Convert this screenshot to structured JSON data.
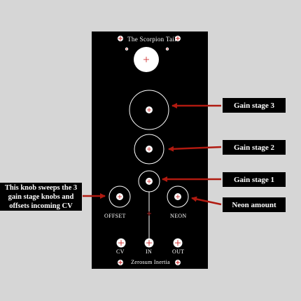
{
  "panel": {
    "title": "The Scorpion Tail",
    "brand": "Zerosum Inertia",
    "labels": {
      "offset": "OFFSET",
      "neon": "NEON",
      "cv": "CV",
      "in": "IN",
      "out": "OUT"
    }
  },
  "annotations": {
    "gain3": "Gain stage 3",
    "gain2": "Gain stage 2",
    "gain1": "Gain stage 1",
    "neon": "Neon amount",
    "sweep": "This knob sweeps the 3 gain stage knobs and offsets incoming CV"
  },
  "colors": {
    "background": "#d6d6d6",
    "panel": "#000000",
    "knob_ring": "#ffffff",
    "accent": "#cc2222",
    "arrow": "#b01a10"
  }
}
